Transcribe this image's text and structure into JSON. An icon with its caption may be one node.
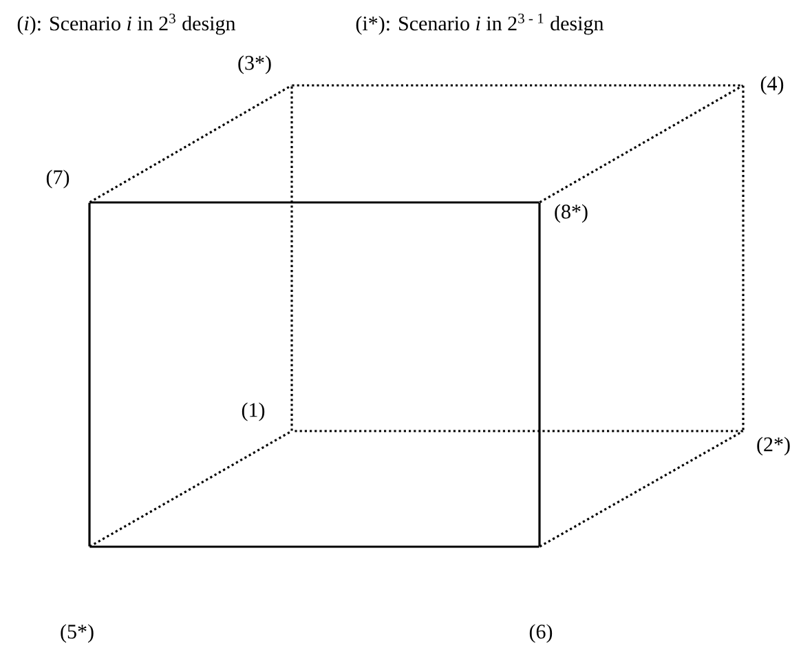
{
  "diagram": {
    "nodes": [
      {
        "text": [
          "(3*)"
        ]
      },
      {
        "text": [
          "(4)"
        ]
      },
      {
        "text": [
          "(7)"
        ]
      },
      {
        "text": [
          "(8*)"
        ]
      },
      {
        "text": [
          "(1)"
        ]
      },
      {
        "text": [
          "(2*)"
        ]
      },
      {
        "text": [
          "(5*)"
        ]
      },
      {
        "text": [
          "(6)"
        ]
      }
    ],
    "edges": [
      {
        "from": 2,
        "to": 3,
        "arrow": "none"
      },
      {
        "from": 3,
        "to": 7,
        "arrow": "none"
      },
      {
        "from": 7,
        "to": 6,
        "arrow": "none"
      },
      {
        "from": 6,
        "to": 2,
        "arrow": "none"
      },
      {
        "from": 0,
        "to": 1,
        "arrow": "none",
        "style": "dashed"
      },
      {
        "from": 1,
        "to": 5,
        "arrow": "none",
        "style": "dashed"
      },
      {
        "from": 5,
        "to": 4,
        "arrow": "none",
        "style": "dashed"
      },
      {
        "from": 4,
        "to": 0,
        "arrow": "none",
        "style": "dashed"
      },
      {
        "from": 2,
        "to": 0,
        "arrow": "none",
        "style": "dashed"
      },
      {
        "from": 3,
        "to": 1,
        "arrow": "none",
        "style": "dashed"
      },
      {
        "from": 6,
        "to": 4,
        "arrow": "none",
        "style": "dashed"
      },
      {
        "from": 7,
        "to": 5,
        "arrow": "none",
        "style": "dashed"
      }
    ],
    "labels": [
      "(*i*): Scenario *i* in 2$^{3}$ design",
      "(i*): Scenario *i* in 2$^{3 - 1}$ design"
    ]
  }
}
